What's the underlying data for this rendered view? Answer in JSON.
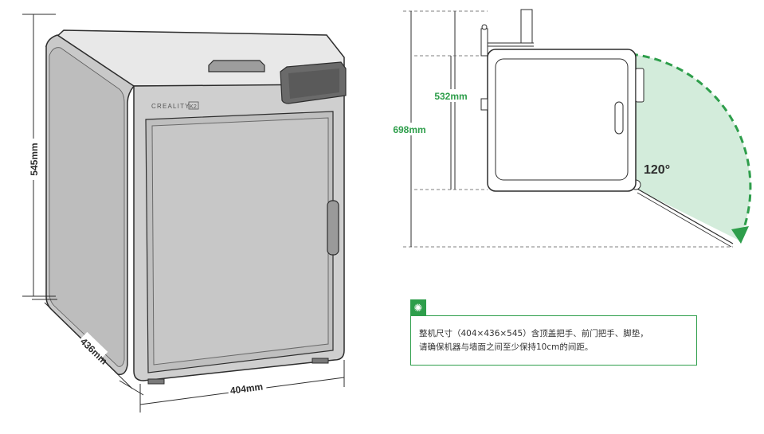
{
  "left_view": {
    "brand_text": "CREALITY",
    "brand_badge": "K2",
    "height_label": "545mm",
    "depth_label": "436mm",
    "width_label": "404mm"
  },
  "top_view": {
    "inner_height_label": "532mm",
    "outer_height_label": "698mm",
    "door_angle_label": "120°"
  },
  "tip": {
    "icon": "lightbulb-icon",
    "line1": "整机尺寸（404×436×545）含顶盖把手、前门把手、脚垫，",
    "line2": "请确保机器与墙面之间至少保持10cm的间距。"
  },
  "colors": {
    "accent": "#2e9e4b",
    "swing_fill": "#d3ecdb",
    "outline": "#2d2d2d"
  }
}
